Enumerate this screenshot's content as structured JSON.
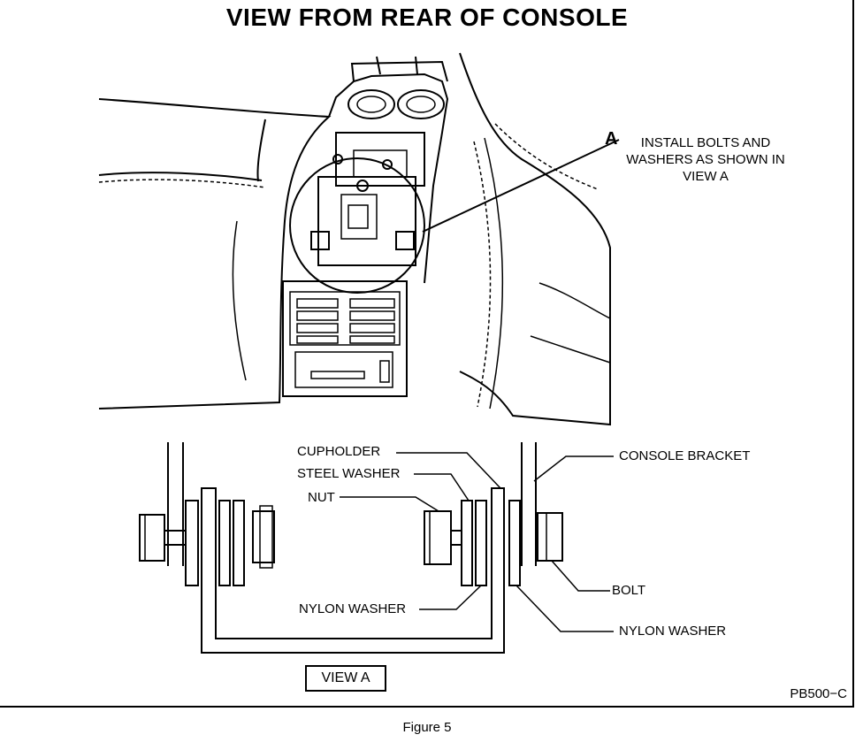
{
  "title": "VIEW FROM REAR OF CONSOLE",
  "callout": {
    "letter": "A",
    "text": "INSTALL BOLTS AND\nWASHERS AS SHOWN IN\nVIEW A"
  },
  "labels": {
    "cupholder": "CUPHOLDER",
    "steel_washer": "STEEL WASHER",
    "nut": "NUT",
    "nylon_washer_left": "NYLON WASHER",
    "console_bracket": "CONSOLE BRACKET",
    "bolt": "BOLT",
    "nylon_washer_right": "NYLON WASHER"
  },
  "view_label": "VIEW A",
  "figure_code": "PB500−C",
  "caption": "Figure 5"
}
